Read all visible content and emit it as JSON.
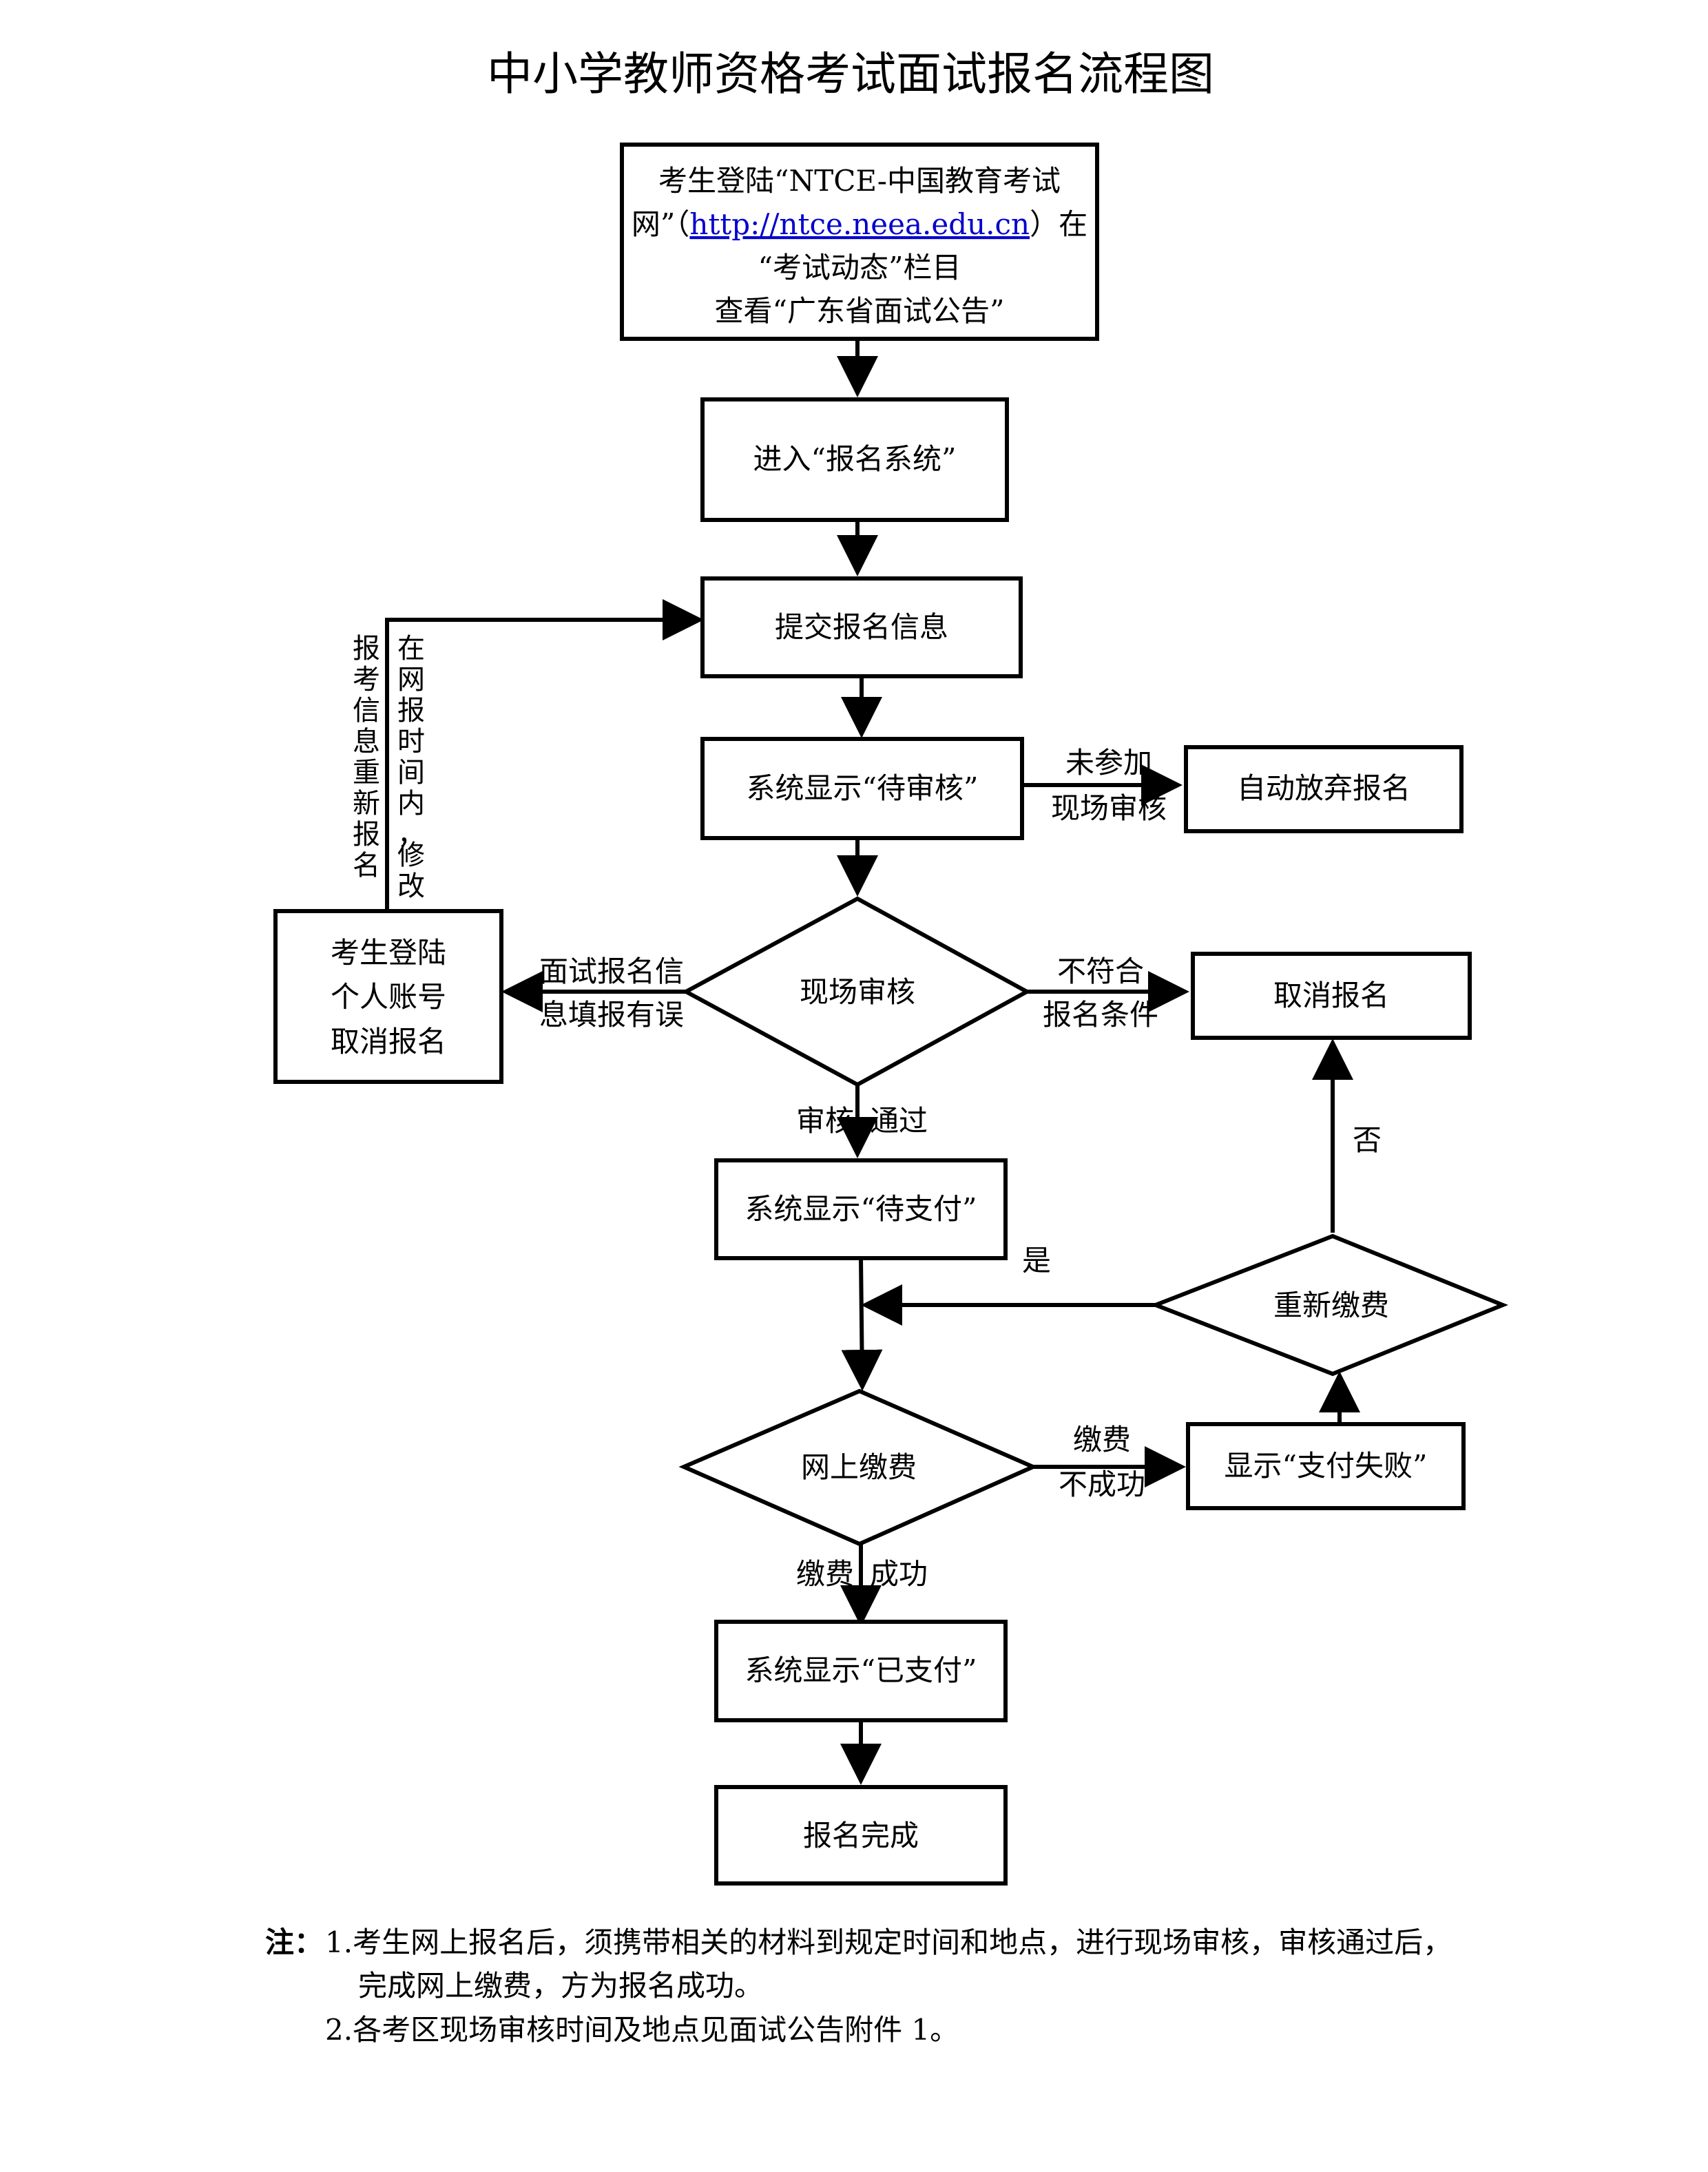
{
  "title": "中小学教师资格考试面试报名流程图",
  "nodes": {
    "start": {
      "line1": "考生登陆“NTCE-中国教育考试",
      "line2_pre": "网”（",
      "line2_link": "http://ntce.neea.edu.cn",
      "line2_post": "）在",
      "line3": "“考试动态”栏目",
      "line4": "查看“广东省面试公告”"
    },
    "enter": "进入“报名系统”",
    "submit": "提交报名信息",
    "pending_review": "系统显示“待审核”",
    "auto_abandon": "自动放弃报名",
    "onsite_review": "现场审核",
    "cancel_self": [
      "考生登陆",
      "个人账号",
      "取消报名"
    ],
    "cancel": "取消报名",
    "pending_pay": "系统显示“待支付”",
    "repay": "重新缴费",
    "online_pay": "网上缴费",
    "pay_failed": "显示“支付失败”",
    "paid": "系统显示“已支付”",
    "done": "报名完成"
  },
  "edge_labels": {
    "not_attend": [
      "未参加",
      "现场审核"
    ],
    "info_error": [
      "面试报名信",
      "息填报有误"
    ],
    "not_qualified": [
      "不符合",
      "报名条件"
    ],
    "review_pass_left": "审核",
    "review_pass_right": "通过",
    "modify_left": [
      "报",
      "考",
      "信",
      "息",
      "重",
      "新",
      "报",
      "名"
    ],
    "modify_right": [
      "在",
      "网",
      "报",
      "时",
      "间",
      "内",
      "，",
      "修",
      "改"
    ],
    "no": "否",
    "yes": "是",
    "pay_fail": [
      "缴费",
      "不成功"
    ],
    "pay_success_left": "缴费",
    "pay_success_right": "成功"
  },
  "notes": {
    "prefix": "注：",
    "item1_line1": "1.考生网上报名后，须携带相关的材料到规定时间和地点，进行现场审核，审核通过后，",
    "item1_line2": "完成网上缴费，方为报名成功。",
    "item2": "2.各考区现场审核时间及地点见面试公告附件 1。"
  }
}
